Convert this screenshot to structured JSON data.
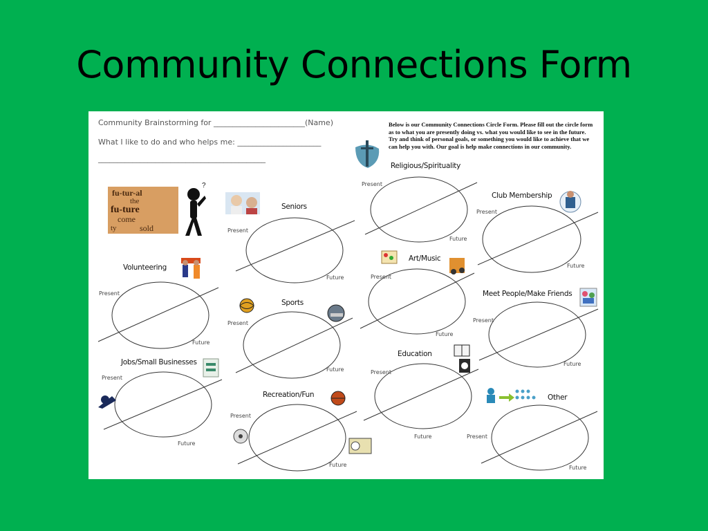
{
  "slide": {
    "title": "Community Connections Form"
  },
  "form": {
    "brainstorm_label": "Community Brainstorming for ________________________(Name)",
    "likes_label": "What I like to do and who helps me: ______________________",
    "extra_line": "____________________________________________",
    "instructions": "Below is our Community Connections Circle Form. Please fill out the circle form as to what you are presently doing vs. what you would like to see in the future. Try and think of personal goals, or something you would like to achieve that we can help you with.  Our goal is help make connections in our community.",
    "present_label": "Present",
    "future_label": "Future",
    "categories": [
      "Religious/Spirituality",
      "Club Membership",
      "Seniors",
      "Volunteering",
      "Art/Music",
      "Sports",
      "Meet People/Make Friends",
      "Jobs/Small Businesses",
      "Education",
      "Recreation/Fun",
      "Other"
    ],
    "future_clipart_words": [
      "fu-tur-al",
      "the",
      "fu-ture",
      "come",
      "ty",
      "sold"
    ]
  },
  "colors": {
    "background": "#00b050",
    "sheet": "#ffffff"
  }
}
